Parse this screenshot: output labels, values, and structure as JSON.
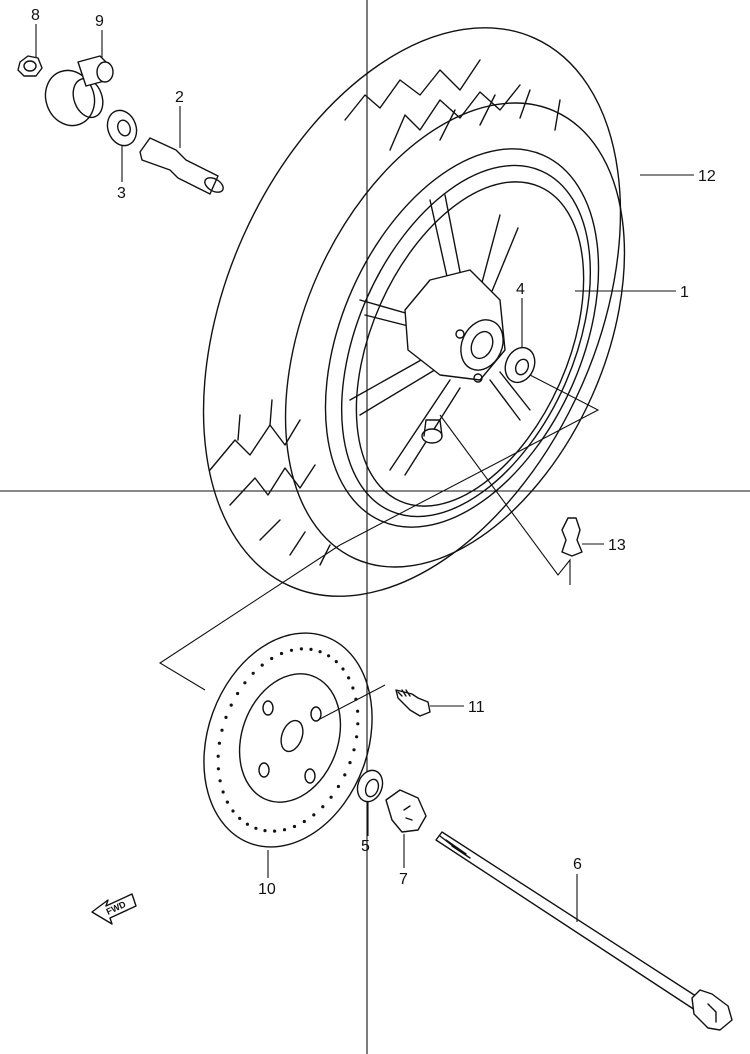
{
  "callouts": [
    {
      "id": "p1",
      "label": "1"
    },
    {
      "id": "p2",
      "label": "2"
    },
    {
      "id": "p3",
      "label": "3"
    },
    {
      "id": "p4",
      "label": "4"
    },
    {
      "id": "p5",
      "label": "5"
    },
    {
      "id": "p6",
      "label": "6"
    },
    {
      "id": "p7",
      "label": "7"
    },
    {
      "id": "p8",
      "label": "8"
    },
    {
      "id": "p9",
      "label": "9"
    },
    {
      "id": "p10",
      "label": "10"
    },
    {
      "id": "p11",
      "label": "11"
    },
    {
      "id": "p12",
      "label": "12"
    },
    {
      "id": "p13",
      "label": "13"
    }
  ],
  "fwd_label": "FWD"
}
